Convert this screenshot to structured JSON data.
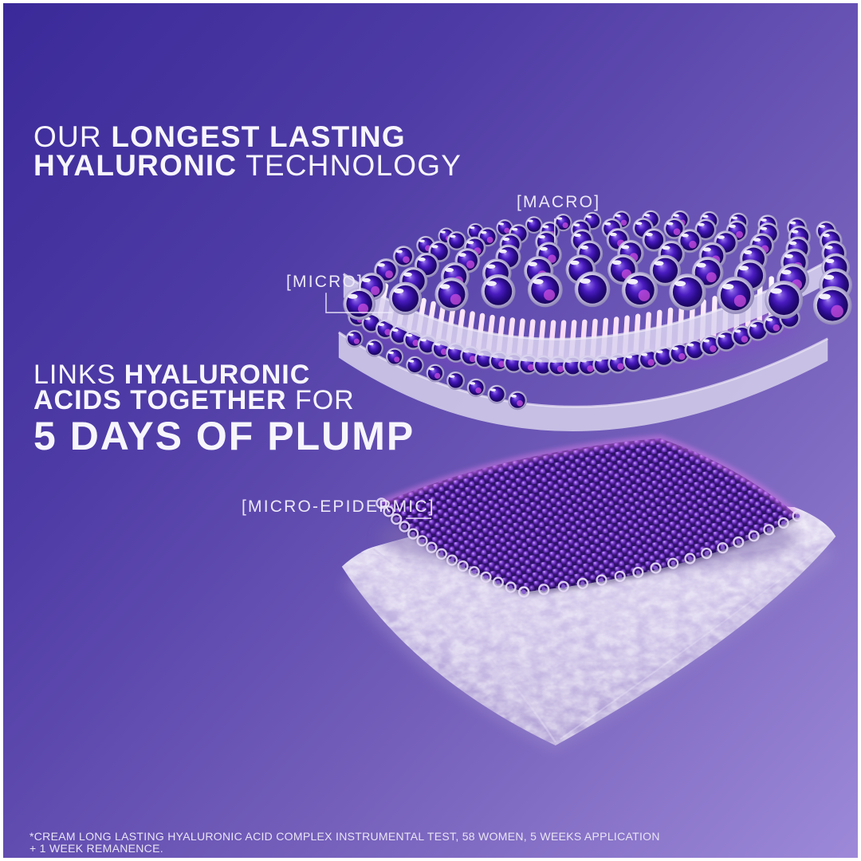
{
  "headline": {
    "line1_light": "OUR ",
    "line1_bold": "LONGEST LASTING",
    "line2_bold": "HYALURONIC",
    "line2_light": " TECHNOLOGY"
  },
  "labels": {
    "macro": "[MACRO]",
    "micro": "[MICRO]",
    "micro_epidermic": "[MICRO-EPIDERMIC]"
  },
  "claim": {
    "line1_light": "LINKS ",
    "line1_bold": "HYALURONIC",
    "line2_bold": "ACIDS TOGETHER",
    "line2_light": " FOR",
    "line3_bold": "5 DAYS OF PLUMP"
  },
  "disclaimer": {
    "line1": "*CREAM LONG LASTING HYALURONIC ACID COMPLEX INSTRUMENTAL TEST, 58 WOMEN, 5 WEEKS APPLICATION",
    "line2": "+ 1 WEEK REMANENCE."
  },
  "colors": {
    "background_top_left": "#3a2a99",
    "background_bottom_right": "#9d89d8",
    "text_primary": "#f7f5fc",
    "bead_core_deep": "#2c0c8e",
    "bead_fleck": "#d553e6",
    "bristle_pink": "#f2c0ee",
    "mesh_purple": "#4c1b96",
    "mesh_loop": "#e4d8f6",
    "mesh_loop_core": "#8a5fd0",
    "skin_lavender": "#cdc1e8",
    "connector_line": "#efeafa"
  }
}
